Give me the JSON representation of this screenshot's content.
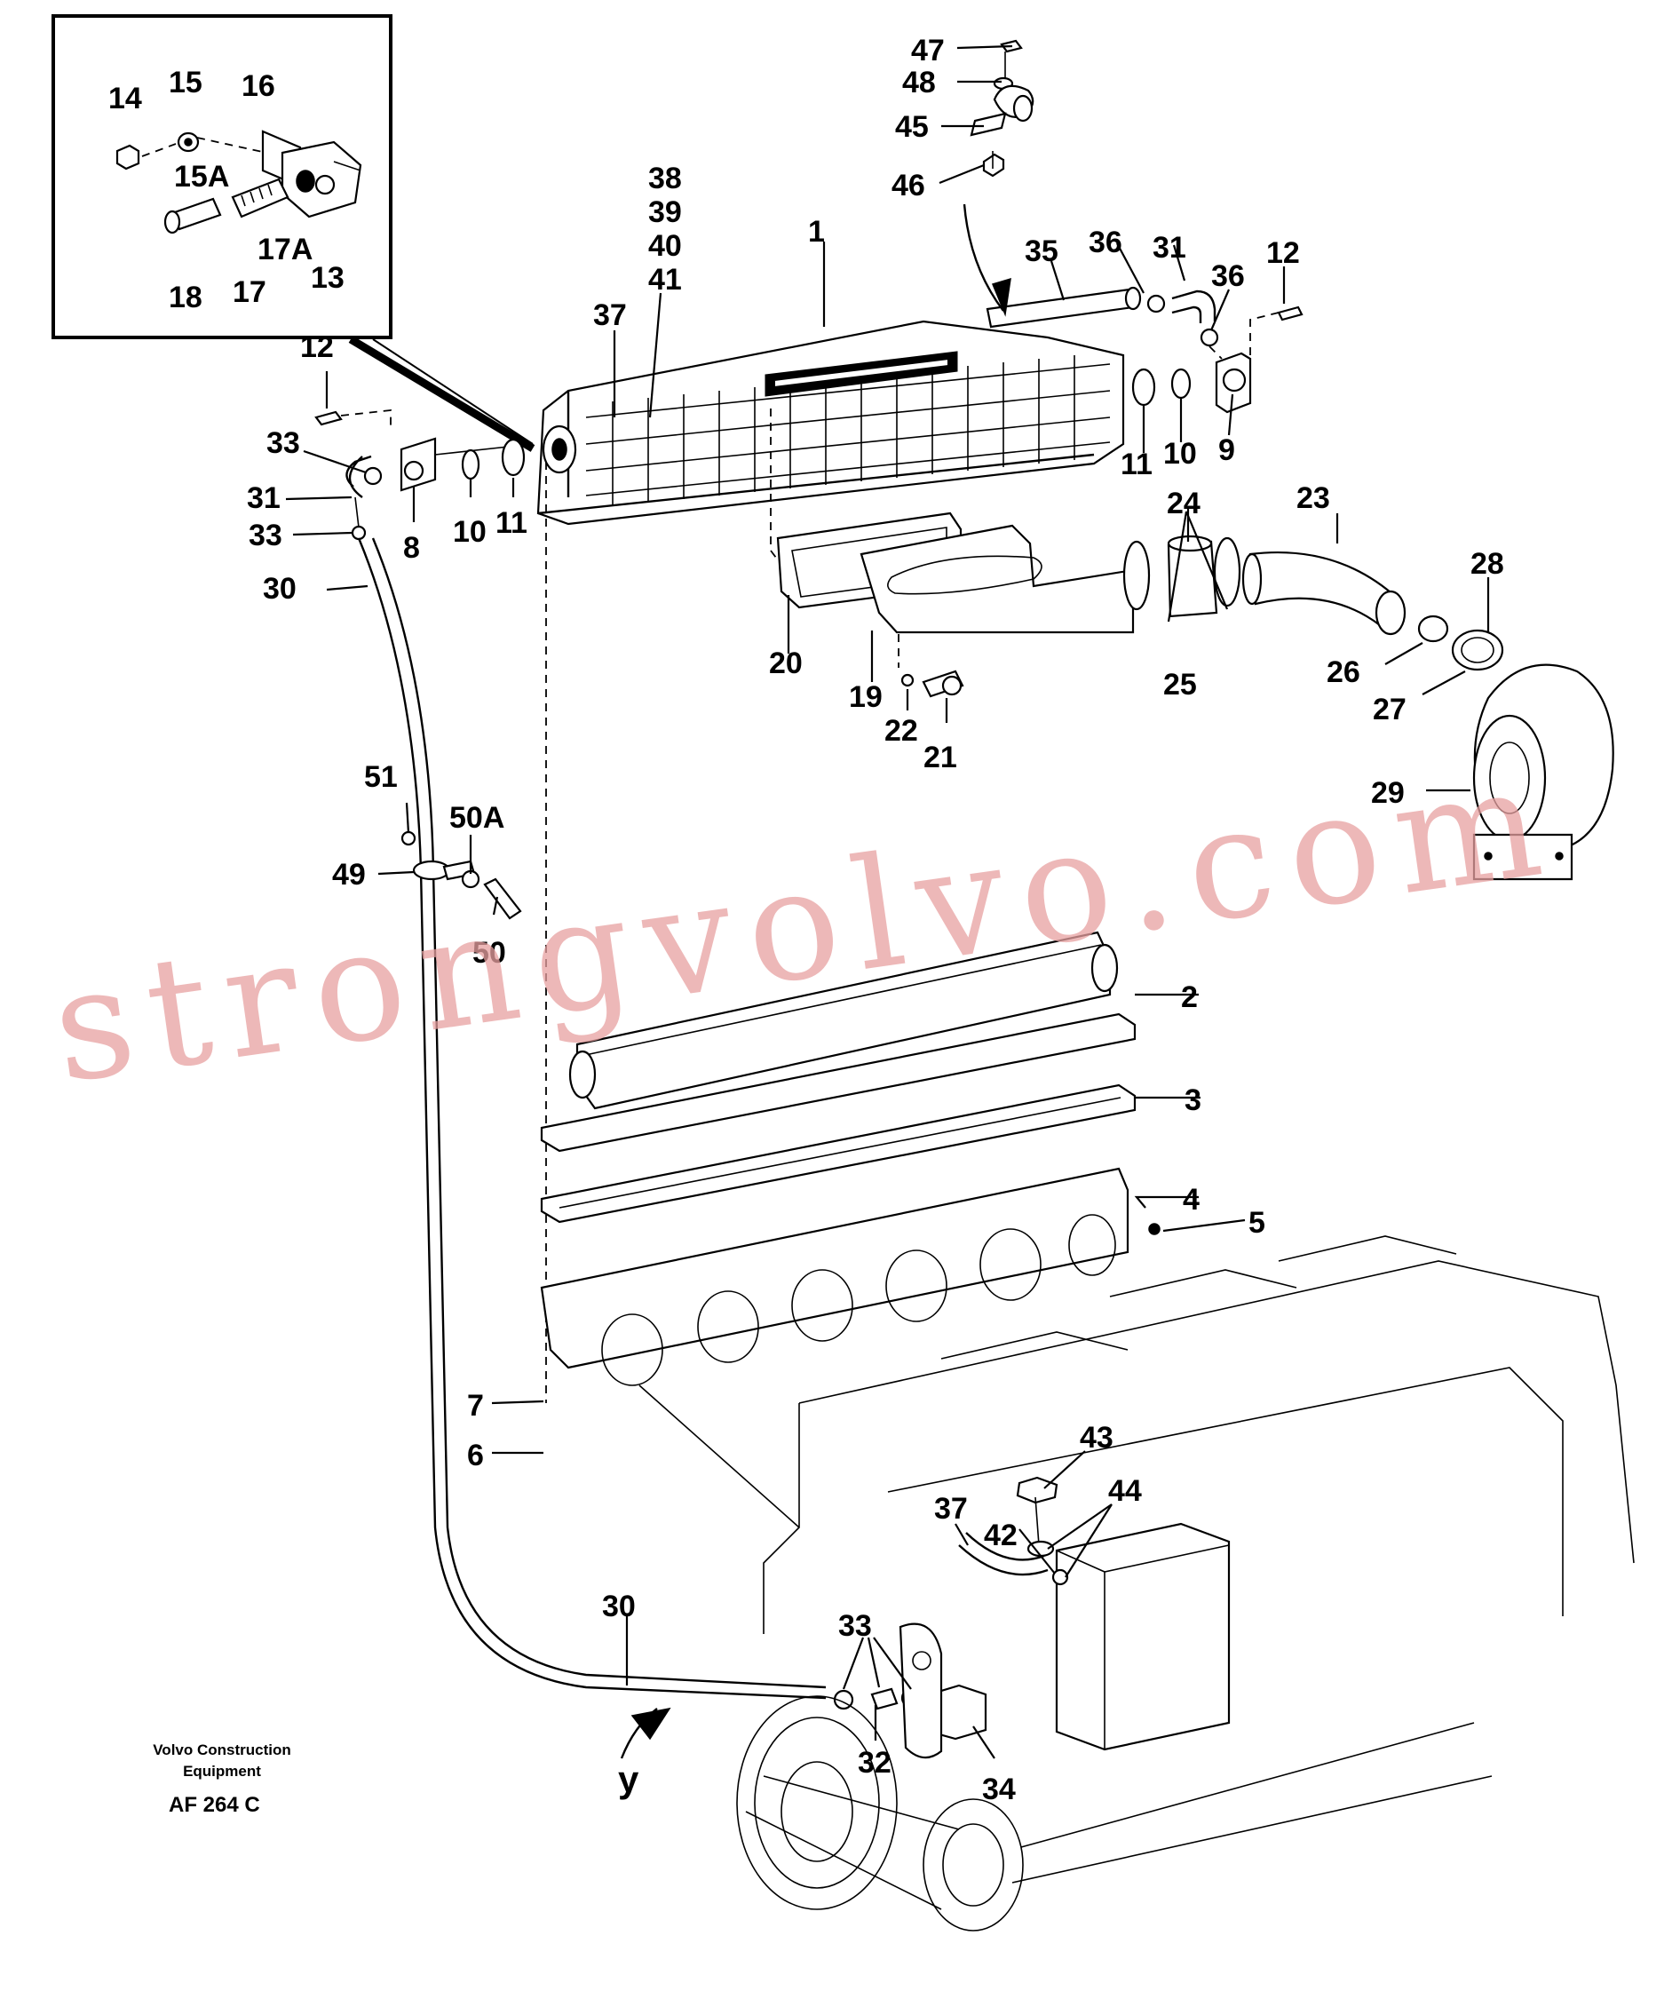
{
  "diagram": {
    "callouts": [
      "1",
      "2",
      "3",
      "4",
      "5",
      "6",
      "7",
      "8",
      "9",
      "10",
      "10",
      "11",
      "11",
      "12",
      "12",
      "13",
      "14",
      "15",
      "15A",
      "16",
      "17",
      "17A",
      "18",
      "19",
      "20",
      "21",
      "22",
      "23",
      "24",
      "25",
      "26",
      "27",
      "28",
      "29",
      "30",
      "30",
      "31",
      "31",
      "32",
      "33",
      "33",
      "33",
      "34",
      "35",
      "36",
      "36",
      "37",
      "37",
      "38",
      "39",
      "40",
      "41",
      "42",
      "43",
      "44",
      "45",
      "46",
      "47",
      "48",
      "49",
      "50",
      "50A",
      "51"
    ],
    "view_letter": "y",
    "credit_line1": "Volvo Construction",
    "credit_line2": "Equipment",
    "drawing_code": "AF 264 C",
    "watermark": "strongvolvo.com",
    "inset": "detail-view"
  }
}
